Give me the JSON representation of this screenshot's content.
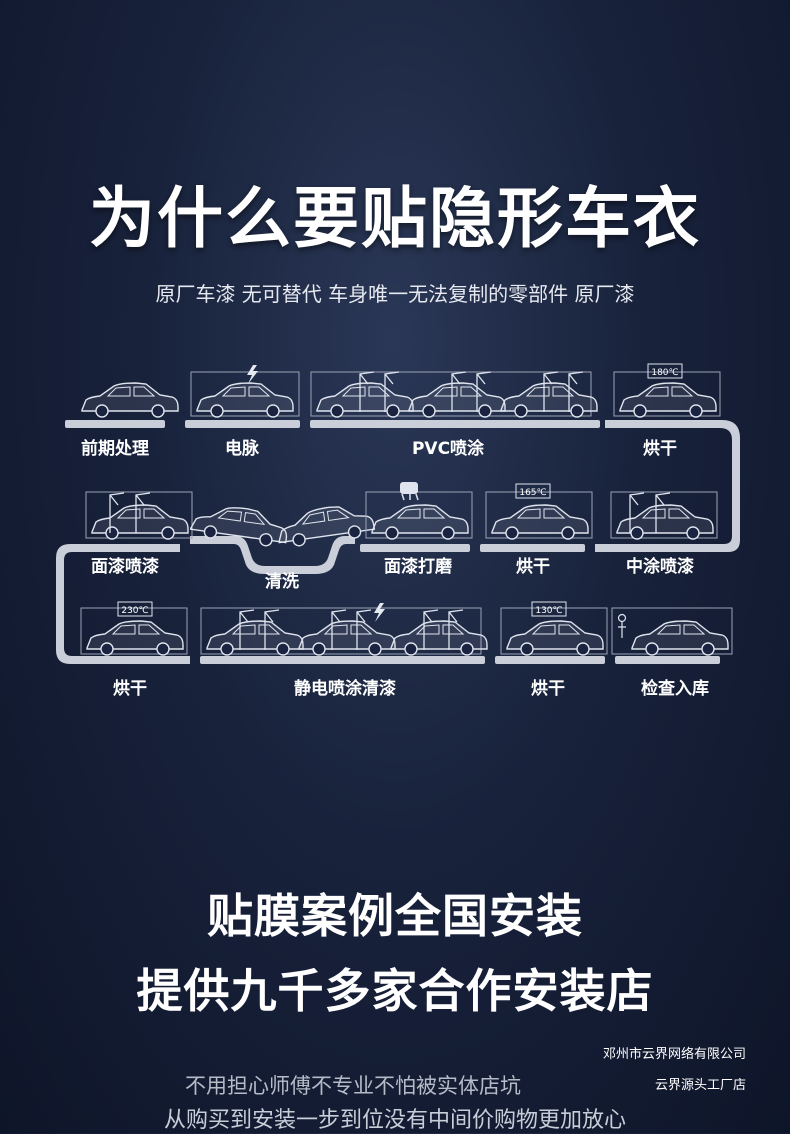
{
  "header": {
    "title": "为什么要贴隐形车衣",
    "subtitle": "原厂车漆 无可替代 车身唯一无法复制的零部件 原厂漆"
  },
  "process": {
    "steps": [
      "前期处理",
      "电脉",
      "PVC喷涂",
      "烘干",
      "面漆喷漆",
      "清洗",
      "面漆打磨",
      "烘干",
      "中涂喷漆",
      "烘干",
      "静电喷涂清漆",
      "烘干",
      "检查入库"
    ],
    "temps": [
      "180℃",
      "165℃",
      "230℃",
      "130℃"
    ]
  },
  "promo": {
    "line1": "贴膜案例全国安装",
    "line2": "提供九千多家合作安装店"
  },
  "footer": {
    "company": "邓州市云界网络有限公司",
    "shop": "云界源头工厂店",
    "line1": "不用担心师傅不专业不怕被实体店坑",
    "line2": "从购买到安装一步到位没有中间价购物更加放心"
  }
}
